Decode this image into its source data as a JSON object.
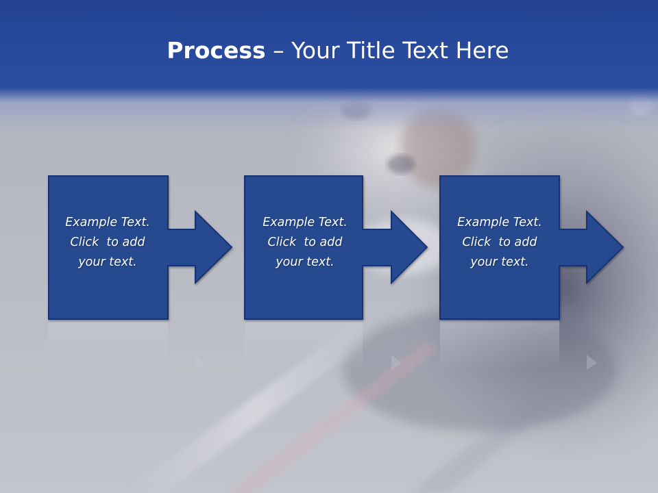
{
  "slide": {
    "title_bold": "Process",
    "title_rest": " – Your Title Text Here"
  },
  "steps": [
    {
      "lines": [
        "Example Text.",
        "Click  to add",
        "your text."
      ]
    },
    {
      "lines": [
        "Example Text.",
        "Click  to add",
        "your text."
      ]
    },
    {
      "lines": [
        "Example Text.",
        "Click  to add",
        "your text."
      ]
    }
  ],
  "colors": {
    "title_band": "#2b4da0",
    "box_fill": "#27488f",
    "box_border": "#163273",
    "text": "#ffffff"
  }
}
